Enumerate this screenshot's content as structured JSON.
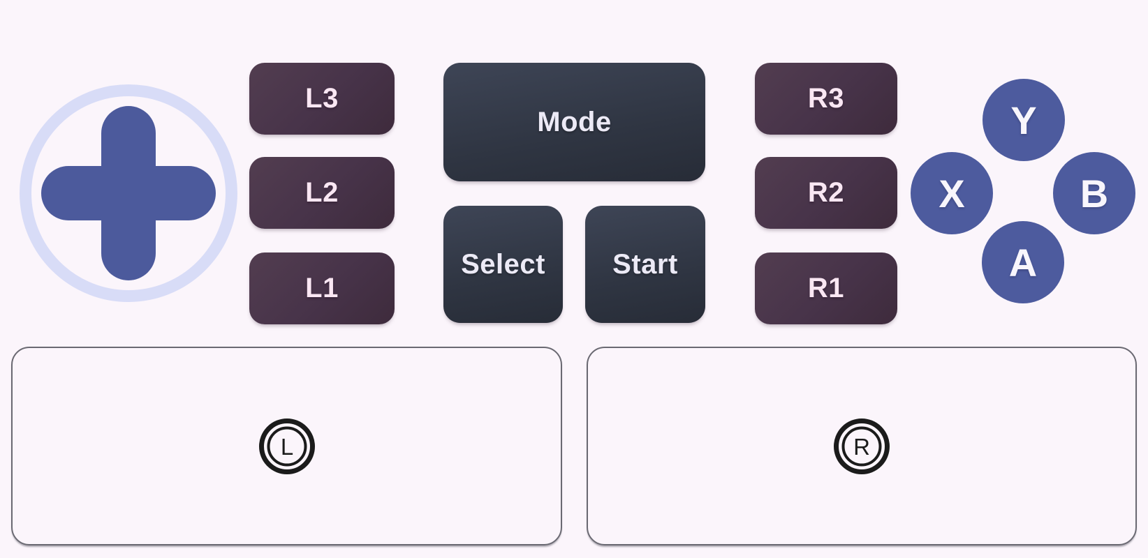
{
  "shoulder_left": {
    "l3": "L3",
    "l2": "L2",
    "l1": "L1"
  },
  "center": {
    "mode": "Mode",
    "select": "Select",
    "start": "Start"
  },
  "shoulder_right": {
    "r3": "R3",
    "r2": "R2",
    "r1": "R1"
  },
  "face": {
    "y": "Y",
    "x": "X",
    "b": "B",
    "a": "A"
  },
  "sticks": {
    "left": "L",
    "right": "R"
  },
  "colors": {
    "background": "#fbf5fb",
    "accent_blue": "#4d5b9e",
    "dpad_blue": "#4c5a9c",
    "dpad_ring": "#d8dcf7",
    "button_maroon": "#473349",
    "button_navy": "#2f3542",
    "panel_border": "#6a6972",
    "stick_icon": "#1b1b1b"
  }
}
